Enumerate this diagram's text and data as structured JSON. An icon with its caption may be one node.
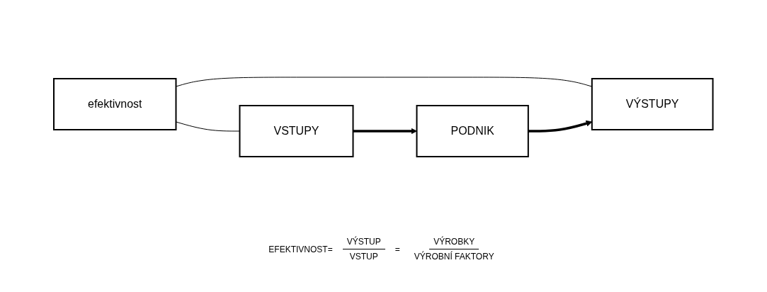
{
  "diagram": {
    "nodes": [
      {
        "text": [
          "efektivnost"
        ]
      },
      {
        "text": [
          "VSTUPY"
        ]
      },
      {
        "text": [
          "PODNIK"
        ]
      },
      {
        "text": [
          "VÝSTUPY"
        ]
      }
    ],
    "edges": [
      {
        "from": 0,
        "to": 1,
        "arrow": "none"
      },
      {
        "from": 0,
        "to": 3,
        "arrow": "none"
      },
      {
        "from": 1,
        "to": 2,
        "arrow": "to",
        "style": "thick"
      },
      {
        "from": 2,
        "to": 3,
        "arrow": "to",
        "style": "thick"
      }
    ],
    "labels": [
      "EFEKTIVNOST=",
      "VÝSTUP",
      "=",
      "VÝROBKY",
      "VSTUP",
      "VÝROBNÍ FAKTORY"
    ]
  }
}
